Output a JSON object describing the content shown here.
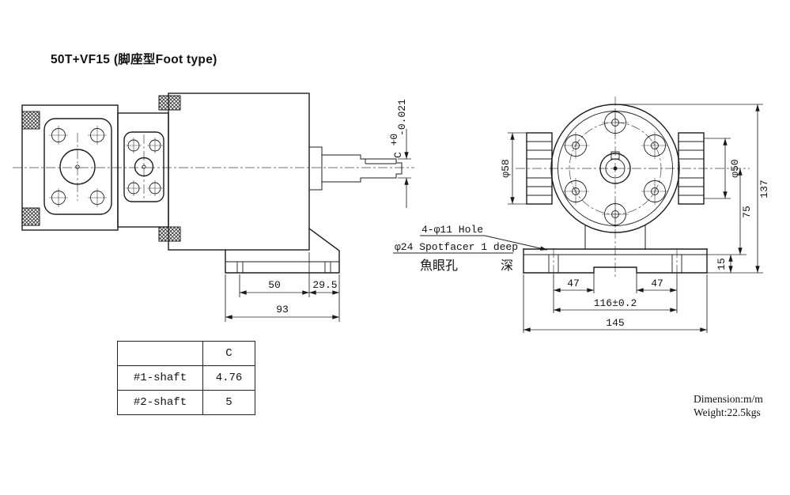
{
  "title": "50T+VF15 (脚座型Foot type)",
  "side_view": {
    "dim_50": "50",
    "dim_29_5": "29.5",
    "dim_93": "93",
    "shaft_c": {
      "letter": "C",
      "tol_plus": "+0",
      "tol_minus": "-0.021"
    }
  },
  "front_view": {
    "dim_phi58": "φ58",
    "dim_phi50": "φ50",
    "dim_137": "137",
    "dim_75": "75",
    "dim_15": "15",
    "dim_47_left": "47",
    "dim_47_right": "47",
    "dim_116": "116±0.2",
    "dim_145": "145"
  },
  "annotations": {
    "hole_note": "4-φ11 Hole",
    "spotfacer_note": "φ24 Spotfacer 1 deep",
    "cjk_fisheye": "魚眼孔",
    "cjk_deep": "深"
  },
  "shaft_table": {
    "col_header": "C",
    "rows": [
      {
        "label": "#1-shaft",
        "value": "4.76"
      },
      {
        "label": "#2-shaft",
        "value": "5"
      }
    ]
  },
  "notes": {
    "dimension": "Dimension:m/m",
    "weight": "Weight:22.5kgs"
  }
}
